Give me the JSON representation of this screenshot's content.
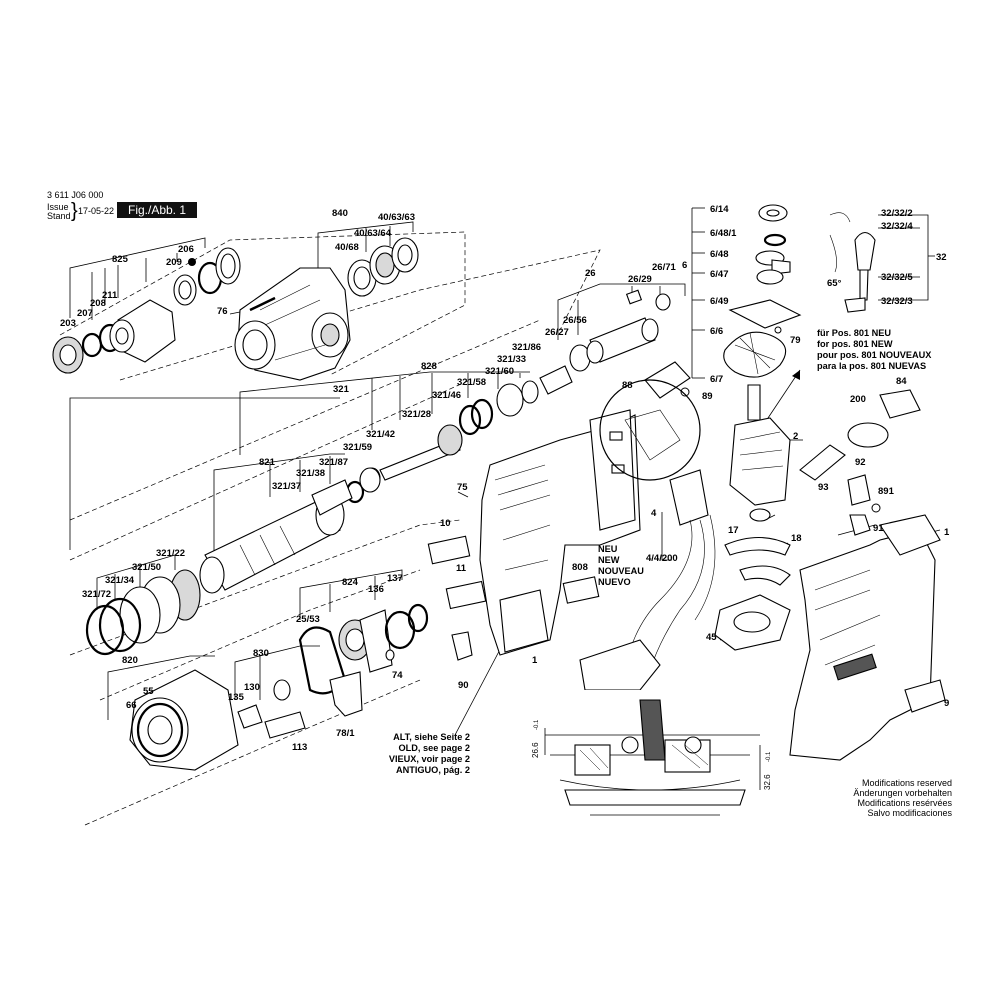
{
  "header": {
    "doc_number": "3 611 J06 000",
    "issue_label": "Issue",
    "stand_label": "Stand",
    "date": "17-05-22",
    "figure": "Fig./Abb. 1"
  },
  "labels": {
    "l840": "840",
    "l40_63_63": "40/63/63",
    "l40_63_64": "40/63/64",
    "l40_68": "40/68",
    "l825": "825",
    "l206": "206",
    "l209": "209",
    "l211": "211",
    "l208": "208",
    "l207": "207",
    "l203": "203",
    "l76": "76",
    "l321": "321",
    "l828": "828",
    "l26": "26",
    "l26_29": "26/29",
    "l26_71": "26/71",
    "l26_56": "26/56",
    "l26_27": "26/27",
    "l321_86": "321/86",
    "l321_33": "321/33",
    "l321_60": "321/60",
    "l321_58": "321/58",
    "l321_46": "321/46",
    "l321_28": "321/28",
    "l321_42": "321/42",
    "l321_59": "321/59",
    "l821": "821",
    "l321_87": "321/87",
    "l321_38": "321/38",
    "l321_37": "321/37",
    "l321_22": "321/22",
    "l321_50": "321/50",
    "l321_34": "321/34",
    "l321_72": "321/72",
    "l824": "824",
    "l137": "137",
    "l136": "136",
    "l25_53": "25/53",
    "l74": "74",
    "l830": "830",
    "l820": "820",
    "l55": "55",
    "l66": "66",
    "l135": "135",
    "l130": "130",
    "l113": "113",
    "l78_1": "78/1",
    "l6_14": "6/14",
    "l6_48_1": "6/48/1",
    "l6_48": "6/48",
    "l6": "6",
    "l6_47": "6/47",
    "l6_49": "6/49",
    "l6_6": "6/6",
    "l6_7": "6/7",
    "l79": "79",
    "l88": "88",
    "l89": "89",
    "l2": "2",
    "l75": "75",
    "l10": "10",
    "l11": "11",
    "l808": "808",
    "l17": "17",
    "l4": "4",
    "l4_4_200": "4/4/200",
    "l18": "18",
    "l45": "45",
    "l90": "90",
    "l1": "1",
    "l32_32_2": "32/32/2",
    "l32_32_4": "32/32/4",
    "l32": "32",
    "l32_32_5": "32/32/5",
    "l32_32_3": "32/32/3",
    "l65deg": "65°",
    "l84": "84",
    "l200": "200",
    "l92": "92",
    "l93": "93",
    "l891": "891",
    "l91": "91",
    "l9": "9"
  },
  "notes": {
    "new_line1": "NEU",
    "new_line2": "NEW",
    "new_line3": "NOUVEAU",
    "new_line4": "NUEVO",
    "pos801_line1": "für Pos. 801 NEU",
    "pos801_line2": "for pos. 801 NEW",
    "pos801_line3": "pour pos. 801 NOUVEAUX",
    "pos801_line4": "para la pos. 801 NUEVAS",
    "old_line1": "ALT, siehe Seite 2",
    "old_line2": "OLD, see page 2",
    "old_line3": "VIEUX, voir page 2",
    "old_line4": "ANTIGUO, pág. 2",
    "mod_line1": "Modifications reserved",
    "mod_line2": "Änderungen vorbehalten",
    "mod_line3": "Modifications resérvées",
    "mod_line4": "Salvo modificaciones"
  },
  "dimensions": {
    "left_dim": "26.6",
    "left_tol": "-0.1",
    "right_dim": "32.6",
    "right_tol": "-0.1"
  }
}
